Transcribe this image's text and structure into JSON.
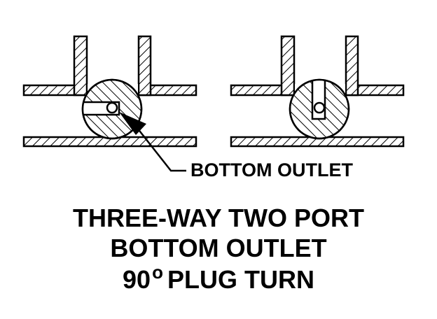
{
  "callout": {
    "label": "BOTTOM OUTLET"
  },
  "caption": {
    "line1": "THREE-WAY TWO PORT",
    "line2": "BOTTOM OUTLET",
    "line3_value": "90",
    "line3_degree": "o",
    "line3_rest": "PLUG TURN"
  }
}
